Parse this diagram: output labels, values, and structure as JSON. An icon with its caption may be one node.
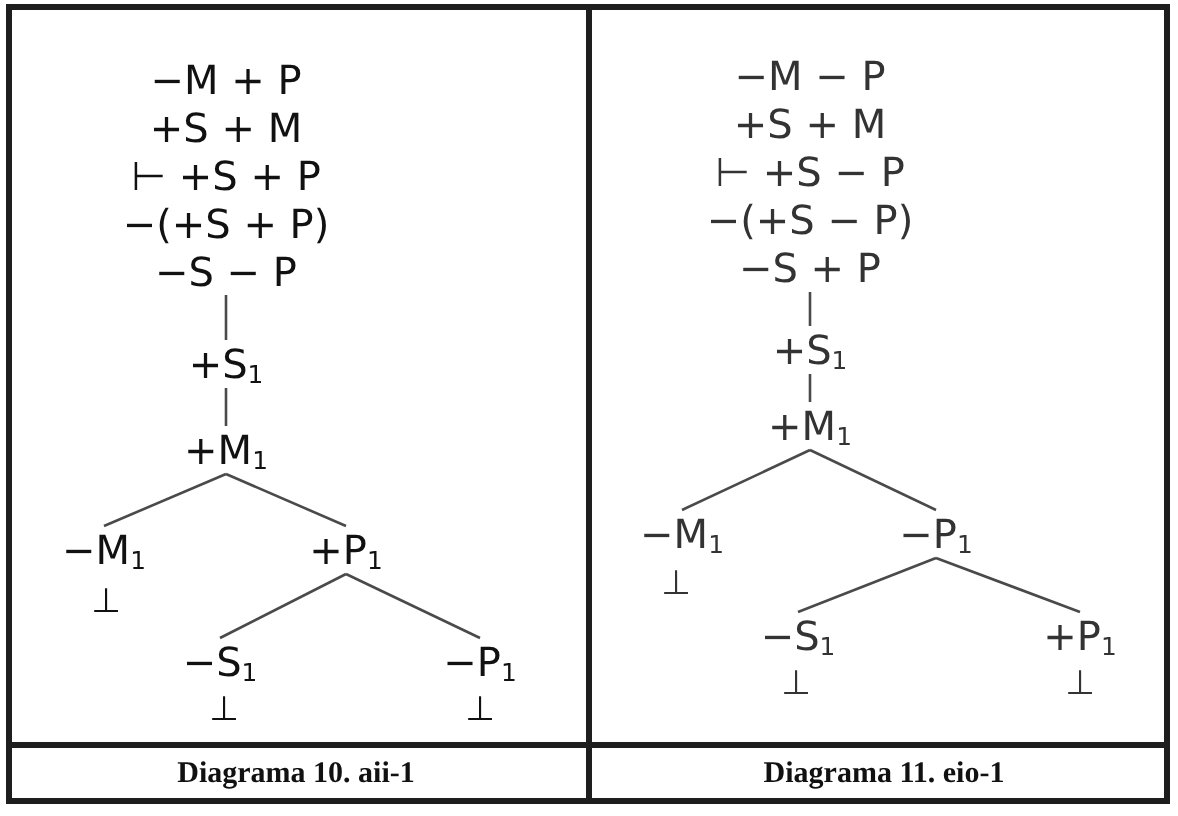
{
  "diagram": {
    "nodes": [
      {
        "text": [
          "−M + P",
          "+S + M",
          "⊢ +S + P",
          "−(+S + P)",
          "−S − P"
        ]
      },
      {
        "text": [
          "+S$_{1}$"
        ]
      },
      {
        "text": [
          "+M$_{1}$"
        ]
      },
      {
        "text": [
          "−M$_{1}$"
        ],
        "beside": [
          "⊥"
        ]
      },
      {
        "text": [
          "+P$_{1}$"
        ]
      },
      {
        "text": [
          "−S$_{1}$"
        ],
        "beside": [
          "⊥"
        ]
      },
      {
        "text": [
          "−P$_{1}$"
        ],
        "beside": [
          "⊥"
        ]
      },
      {
        "text": [
          "−M − P",
          "+S + M",
          "⊢ +S − P",
          "−(+S − P)",
          "−S + P"
        ]
      },
      {
        "text": [
          "+S$_{1}$"
        ]
      },
      {
        "text": [
          "+M$_{1}$"
        ]
      },
      {
        "text": [
          "−M$_{1}$"
        ],
        "beside": [
          "⊥"
        ]
      },
      {
        "text": [
          "−P$_{1}$"
        ]
      },
      {
        "text": [
          "−S$_{1}$"
        ],
        "beside": [
          "⊥"
        ]
      },
      {
        "text": [
          "+P$_{1}$"
        ],
        "beside": [
          "⊥"
        ]
      }
    ],
    "edges": [
      {
        "from": 0,
        "to": 1,
        "arrow": "none"
      },
      {
        "from": 1,
        "to": 2,
        "arrow": "none"
      },
      {
        "from": 2,
        "to": 3,
        "arrow": "none"
      },
      {
        "from": 2,
        "to": 4,
        "arrow": "none"
      },
      {
        "from": 4,
        "to": 5,
        "arrow": "none"
      },
      {
        "from": 4,
        "to": 6,
        "arrow": "none"
      },
      {
        "from": 7,
        "to": 8,
        "arrow": "none"
      },
      {
        "from": 8,
        "to": 9,
        "arrow": "none"
      },
      {
        "from": 9,
        "to": 10,
        "arrow": "none"
      },
      {
        "from": 9,
        "to": 11,
        "arrow": "none"
      },
      {
        "from": 11,
        "to": 12,
        "arrow": "none"
      },
      {
        "from": 11,
        "to": 13,
        "arrow": "none"
      }
    ],
    "labels": [
      "Diagrama 10. aii-1",
      "Diagrama 11. eio-1"
    ]
  }
}
